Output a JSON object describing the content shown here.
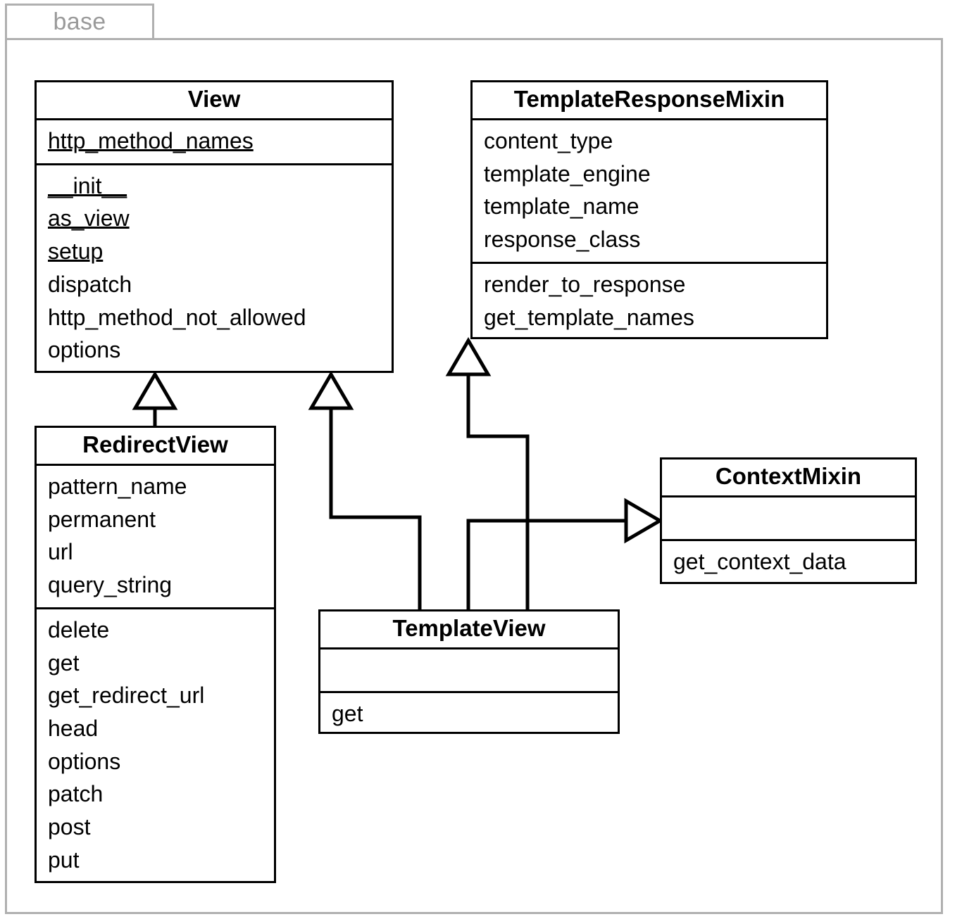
{
  "package": {
    "tab_label": "base",
    "border_color": "#b0b0b0",
    "label_color": "#9a9a9a"
  },
  "diagram": {
    "kind": "uml-class-diagram",
    "line_color": "#000000",
    "fill_color": "#ffffff"
  },
  "classes": {
    "view": {
      "name": "View",
      "attributes": [
        {
          "label": "http_method_names",
          "static": true
        }
      ],
      "methods": [
        {
          "label": "__init__",
          "static": true
        },
        {
          "label": "as_view",
          "static": true
        },
        {
          "label": "setup",
          "static": true
        },
        {
          "label": "dispatch",
          "static": false
        },
        {
          "label": "http_method_not_allowed",
          "static": false
        },
        {
          "label": "options",
          "static": false
        }
      ]
    },
    "template_response_mixin": {
      "name": "TemplateResponseMixin",
      "attributes": [
        {
          "label": "content_type",
          "static": false
        },
        {
          "label": "template_engine",
          "static": false
        },
        {
          "label": "template_name",
          "static": false
        },
        {
          "label": "response_class",
          "static": false
        }
      ],
      "methods": [
        {
          "label": "render_to_response",
          "static": false
        },
        {
          "label": "get_template_names",
          "static": false
        }
      ]
    },
    "redirect_view": {
      "name": "RedirectView",
      "attributes": [
        {
          "label": "pattern_name",
          "static": false
        },
        {
          "label": "permanent",
          "static": false
        },
        {
          "label": "url",
          "static": false
        },
        {
          "label": "query_string",
          "static": false
        }
      ],
      "methods": [
        {
          "label": "delete",
          "static": false
        },
        {
          "label": "get",
          "static": false
        },
        {
          "label": "get_redirect_url",
          "static": false
        },
        {
          "label": "head",
          "static": false
        },
        {
          "label": "options",
          "static": false
        },
        {
          "label": "patch",
          "static": false
        },
        {
          "label": "post",
          "static": false
        },
        {
          "label": "put",
          "static": false
        }
      ]
    },
    "context_mixin": {
      "name": "ContextMixin",
      "attributes": [],
      "methods": [
        {
          "label": "get_context_data",
          "static": false
        }
      ]
    },
    "template_view": {
      "name": "TemplateView",
      "attributes": [],
      "methods": [
        {
          "label": "get",
          "static": false
        }
      ]
    }
  },
  "relations": [
    {
      "type": "generalization",
      "from": "RedirectView",
      "to": "View"
    },
    {
      "type": "generalization",
      "from": "TemplateView",
      "to": "View"
    },
    {
      "type": "generalization",
      "from": "TemplateView",
      "to": "TemplateResponseMixin"
    },
    {
      "type": "generalization",
      "from": "TemplateView",
      "to": "ContextMixin"
    }
  ]
}
